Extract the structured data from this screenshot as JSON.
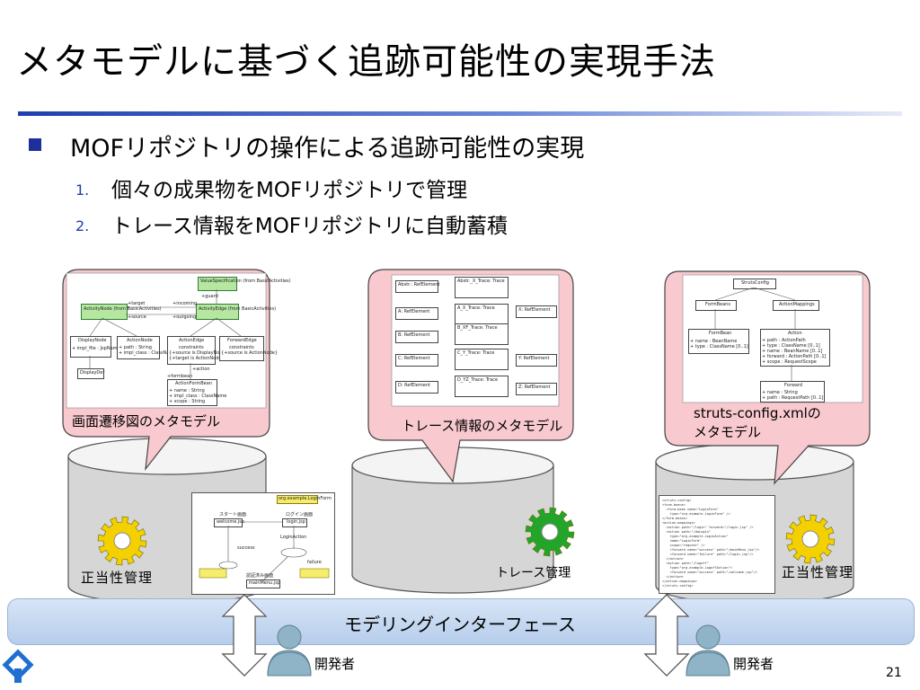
{
  "slide": {
    "title": "メタモデルに基づく追跡可能性の実現手法",
    "bullet": "MOFリポジトリの操作による追跡可能性の実現",
    "sub_items": [
      {
        "num": "1.",
        "text": "個々の成果物をMOFリポジトリで管理"
      },
      {
        "num": "2.",
        "text": "トレース情報をMOFリポジトリに自動蓄積"
      }
    ],
    "captions": {
      "left_metamodel": "画面遷移図のメタモデル",
      "middle_metamodel": "トレース情報のメタモデル",
      "right_metamodel": "struts-config.xmlの\nメタモデル"
    },
    "managers": {
      "left": "正当性管理",
      "middle": "トレース管理",
      "right": "正当性管理"
    },
    "interface_bar": "モデリングインターフェース",
    "developers": {
      "left": "開発者",
      "right": "開発者"
    },
    "page_number": "21",
    "colors": {
      "accent": "#1f3fae",
      "callout": "#f8c9cf",
      "gear_yellow": "#f5d000",
      "gear_green": "#22a528",
      "bar": "#c7daf2"
    }
  },
  "chart_data": {
    "type": "diagram",
    "panels": {
      "left": {
        "classes": [
          "ValueSpecification\n(from BasicActivities)",
          "ActivityNode\n(from BasicActivities)",
          "ActivityEdge\n(from BasicActivities)",
          "DisplayNode",
          "ActionNode",
          "ActionEdge",
          "ForwardEdge",
          "DisplayDef",
          "ActionFormBean"
        ],
        "attributes": {
          "DisplayNode": [
            "+ impl_file : JspName"
          ],
          "ActionNode": [
            "+ path : String",
            "+ impl_class : ClassName"
          ],
          "ActionEdge": [
            "constraints",
            "{+source is DisplayNode}",
            "{+target is ActionNode}"
          ],
          "ForwardEdge": [
            "constraints",
            "{+source is ActionNode}"
          ],
          "ActionFormBean": [
            "+ name : String",
            "+ impl_class : ClassName",
            "+ scope : String"
          ]
        },
        "roles": [
          "+target",
          "+incoming",
          "+source",
          "+outgoing",
          "+guard",
          "+formbean",
          "+action"
        ]
      },
      "middle": {
        "classes": [
          "Abstr.: RefElement",
          "Abstr._X_Trace: Trace",
          "A: RefElement",
          "A_X_Trace: Trace",
          "X: RefElement",
          "B: RefElement",
          "B_XF_Trace: Trace",
          "C: RefElement",
          "C_Y_Trace: Trace",
          "Y: RefElement",
          "D: RefElement",
          "D_YZ_Trace: Trace",
          "Z: RefElement"
        ]
      },
      "right": {
        "classes": [
          "StrutsConfig",
          "FormBeans",
          "ActionMappings",
          "FormBean",
          "Action",
          "Forward"
        ],
        "attributes": {
          "FormBean": [
            "+ name : BeanName",
            "+ type : ClassName [0..1]"
          ],
          "Action": [
            "+ path : ActionPath",
            "+ type : ClassName [0..1]",
            "+ name : BeanName [0..1]",
            "+ forward : ActionPath [0..1]",
            "+ scope : RequestScope"
          ],
          "Forward": [
            "+ name : String",
            "+ path : RequestPath [0..1]"
          ]
        }
      },
      "screen_diagram": {
        "labels": [
          "スタート画面",
          "ログイン画面",
          "welcome.jsp",
          "login.jsp",
          "LoginAction",
          "org.example.LoginForm",
          "success",
          "failure",
          "認証済み画面",
          "mainMenu.jsp"
        ]
      },
      "xml_document": {
        "lines": [
          "<struts-config>",
          "<form-beans>",
          "  <form-bean name=\"LoginForm\"",
          "    type=\"org.example.LoginForm\" />",
          "</form-beans>",
          "<action-mappings>",
          "  <action path=\"/login\" forward=\"/login.jsp\" />",
          "  <action path=\"/doLogin\"",
          "    type=\"org.example.LoginAction\"",
          "    name=\"LoginForm\"",
          "    scope=\"request\" />",
          "    <forward name=\"success\" path=\"/mainMenu.jsp\"/>",
          "    <forward name=\"failure\" path=\"/login.jsp\"/>",
          "  </action>",
          "  <action path=\"/logoff\"",
          "    type=\"org.example.LogoffAction\">",
          "    <forward name=\"success\" path=\"/welcome.jsp\"/>",
          "  </action>",
          "</action-mappings>",
          "</struts-config>"
        ]
      }
    }
  }
}
